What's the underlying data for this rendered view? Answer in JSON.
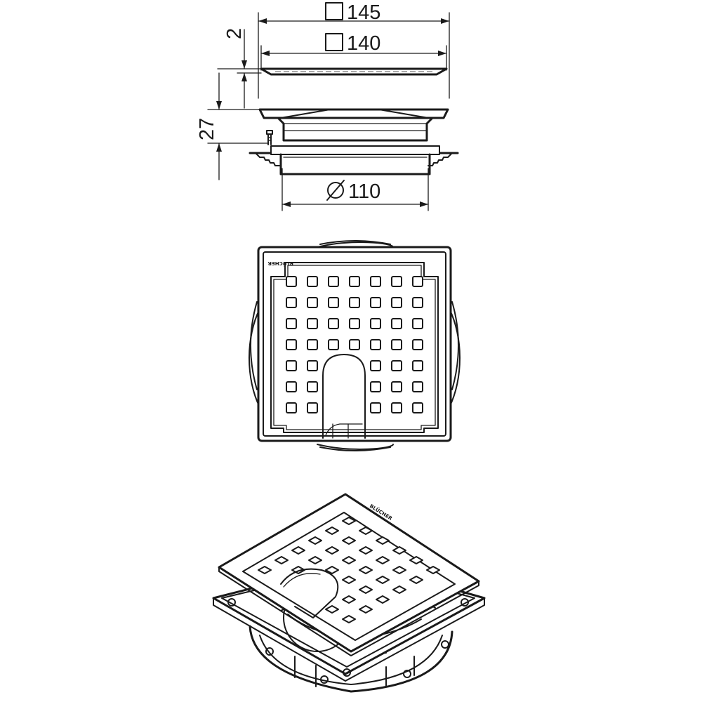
{
  "dimensions": {
    "outer_square": "145",
    "inner_square": "140",
    "thickness": "2",
    "height": "27",
    "pipe_diameter": "110"
  },
  "symbols": {
    "square": "square-symbol",
    "diameter": "diameter-symbol"
  },
  "brand_mark": "BLÜCHER",
  "colors": {
    "line": "#1a1a1a",
    "background": "#ffffff"
  }
}
